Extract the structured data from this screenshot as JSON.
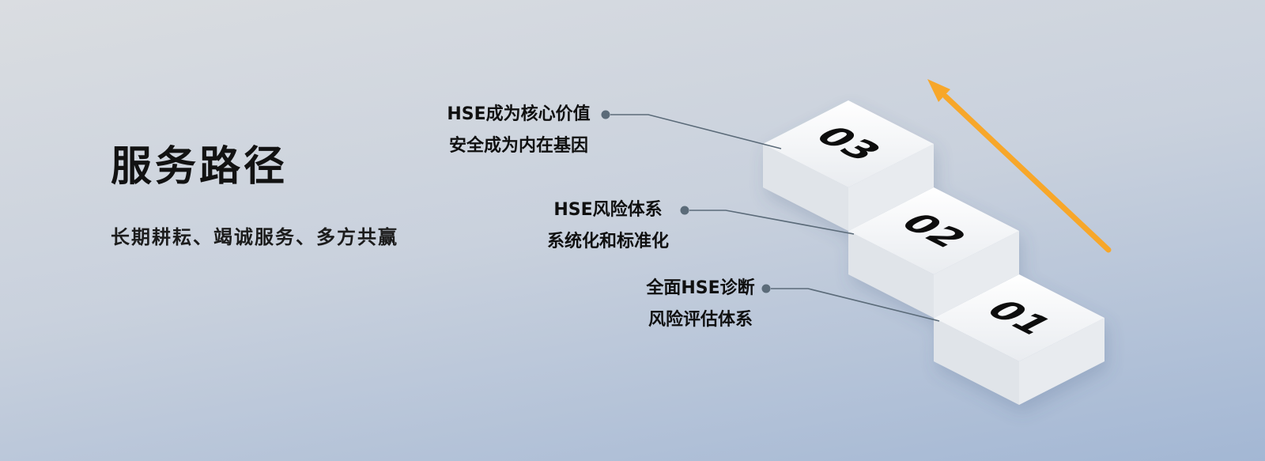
{
  "header": {
    "title": "服务路径",
    "subtitle": "长期耕耘、竭诚服务、多方共赢"
  },
  "steps": [
    {
      "number": "03",
      "label": [
        "HSE成为核心价值",
        "安全成为内在基因"
      ]
    },
    {
      "number": "02",
      "label": [
        "HSE风险体系",
        "系统化和标准化"
      ]
    },
    {
      "number": "01",
      "label": [
        "全面HSE诊断",
        "风险评估体系"
      ]
    }
  ],
  "colors": {
    "background_top": "#dadde1",
    "background_bottom": "#a3b7d4",
    "arrow": "#f7a72a",
    "connector": "#5b6b79",
    "step_top": "#ffffff",
    "step_side_left": "#e0e4e9",
    "step_side_right": "#e8ebef",
    "number_text": "#0d0d0d",
    "title_text": "#121212"
  }
}
